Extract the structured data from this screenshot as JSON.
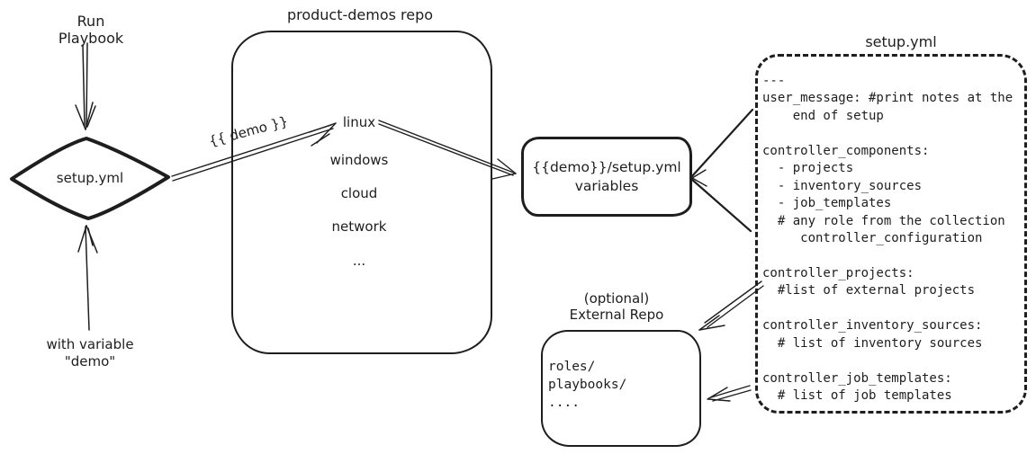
{
  "colors": {
    "stroke": "#1e1e1e",
    "background": "#ffffff"
  },
  "left_flow": {
    "run_playbook_label": "Run Playbook",
    "diamond_label": "setup.yml",
    "with_variable_label": "with variable\n\"demo\""
  },
  "repo": {
    "title": "product-demos repo",
    "items": [
      "linux",
      "windows",
      "cloud",
      "network",
      "..."
    ]
  },
  "demo_arrow_label": "{{ demo }}",
  "variables_box": {
    "label": "{{demo}}/setup.yml\nvariables"
  },
  "setup_panel": {
    "title": "setup.yml",
    "content": "---\nuser_message: #print notes at the\n    end of setup\n\ncontroller_components:\n  - projects\n  - inventory_sources\n  - job_templates\n  # any role from the collection\n     controller_configuration\n\ncontroller_projects:\n  #list of external projects\n\ncontroller_inventory_sources:\n  # list of inventory sources\n\ncontroller_job_templates:\n  # list of job templates"
  },
  "external_repo": {
    "label": "(optional)\nExternal Repo",
    "content": "roles/\nplaybooks/\n...."
  }
}
